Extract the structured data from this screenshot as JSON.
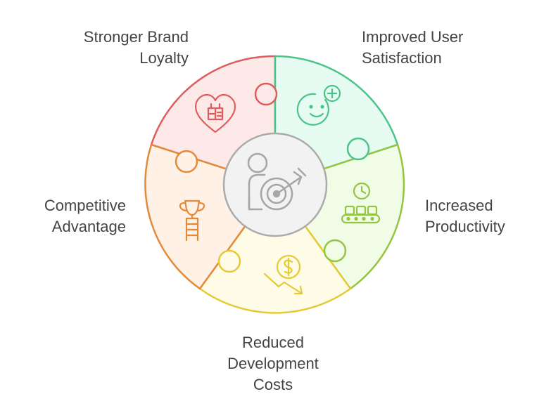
{
  "segments": [
    {
      "id": "brand",
      "lines": [
        "Stronger Brand",
        "Loyalty"
      ],
      "icon": "heart-gift-icon",
      "fill": "#FEE9E9",
      "stroke": "#E05C5C"
    },
    {
      "id": "satisfaction",
      "lines": [
        "Improved User",
        "Satisfaction"
      ],
      "icon": "smiley-plus-icon",
      "fill": "#E6FBF1",
      "stroke": "#4CC489"
    },
    {
      "id": "productivity",
      "lines": [
        "Increased",
        "Productivity"
      ],
      "icon": "clock-conveyor-icon",
      "fill": "#F1FCE6",
      "stroke": "#94C541"
    },
    {
      "id": "costs",
      "lines": [
        "Reduced",
        "Development",
        "Costs"
      ],
      "icon": "dollar-down-arrow-icon",
      "fill": "#FEFCE6",
      "stroke": "#E5C937"
    },
    {
      "id": "advantage",
      "lines": [
        "Competitive",
        "Advantage"
      ],
      "icon": "trophy-ladder-icon",
      "fill": "#FFF1E6",
      "stroke": "#E38A3A"
    }
  ],
  "center": {
    "icon": "person-target-icon",
    "fill": "#F2F2F2",
    "stroke": "#ABABAB"
  }
}
